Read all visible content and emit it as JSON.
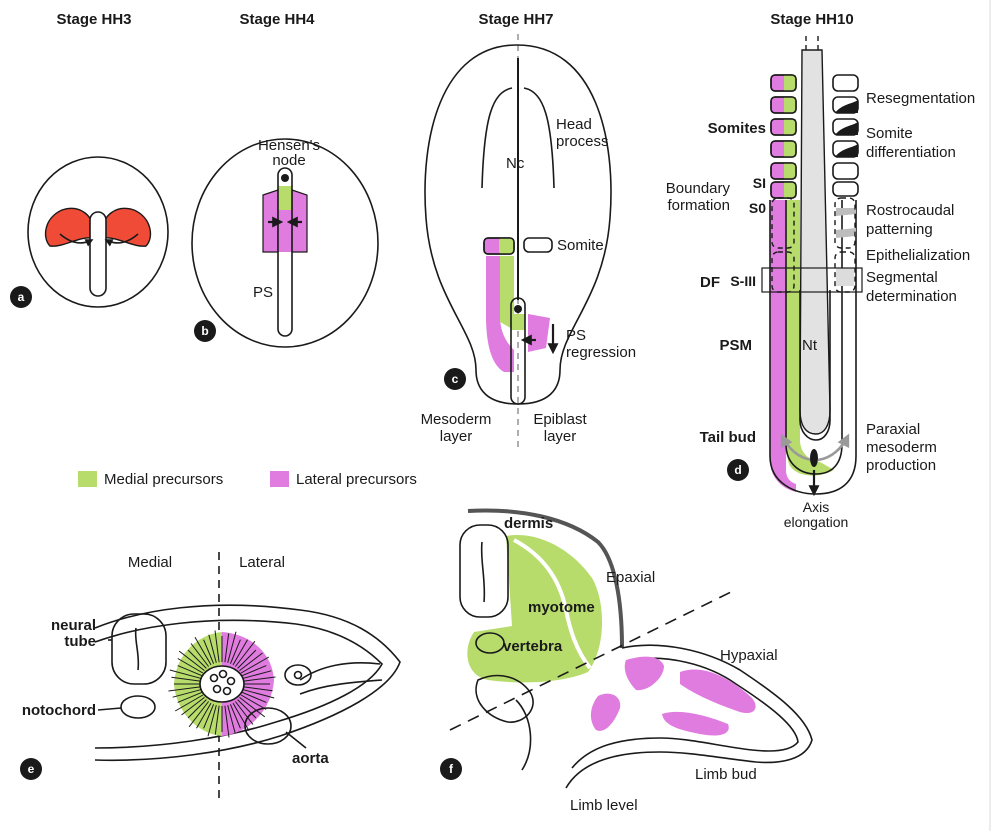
{
  "colors": {
    "red": "#f04b37",
    "green": "#b7dc6c",
    "pink": "#e07be0",
    "ink": "#1a1a1a",
    "grey": "#c9c9c9"
  },
  "panels": {
    "a": {
      "title": "Stage HH3",
      "badge": "a"
    },
    "b": {
      "title": "Stage HH4",
      "badge": "b",
      "hensen_line1": "Hensen's",
      "hensen_line2": "node",
      "ps": "PS"
    },
    "c": {
      "title": "Stage HH7",
      "badge": "c",
      "nc": "Nc",
      "head_line1": "Head",
      "head_line2": "process",
      "somite": "Somite",
      "ps_line1": "PS",
      "ps_line2": "regression",
      "mesoderm_line1": "Mesoderm",
      "mesoderm_line2": "layer",
      "epiblast_line1": "Epiblast",
      "epiblast_line2": "layer"
    },
    "d": {
      "title": "Stage HH10",
      "badge": "d",
      "somites": "Somites",
      "boundary_line1": "Boundary",
      "boundary_line2": "formation",
      "si": "SI",
      "s0": "S0",
      "siii": "S-III",
      "df": "DF",
      "psm": "PSM",
      "nt": "Nt",
      "tailbud": "Tail bud",
      "resegmentation": "Resegmentation",
      "somite_diff_line1": "Somite",
      "somite_diff_line2": "differentiation",
      "rostro_line1": "Rostrocaudal",
      "rostro_line2": "patterning",
      "epithelialization": "Epithelialization",
      "segmental_line1": "Segmental",
      "segmental_line2": "determination",
      "paraxial_line1": "Paraxial",
      "paraxial_line2": "mesoderm",
      "paraxial_line3": "production",
      "axis_line1": "Axis",
      "axis_line2": "elongation"
    },
    "e": {
      "badge": "e",
      "medial": "Medial",
      "lateral": "Lateral",
      "neural_line1": "neural",
      "neural_line2": "tube",
      "notochord": "notochord",
      "aorta": "aorta"
    },
    "f": {
      "badge": "f",
      "dermis": "dermis",
      "myotome": "myotome",
      "vertebra": "vertebra",
      "epaxial": "Epaxial",
      "hypaxial": "Hypaxial",
      "limb_bud": "Limb bud",
      "limb_level": "Limb level"
    }
  },
  "legend": {
    "medial": "Medial precursors",
    "lateral": "Lateral precursors"
  }
}
